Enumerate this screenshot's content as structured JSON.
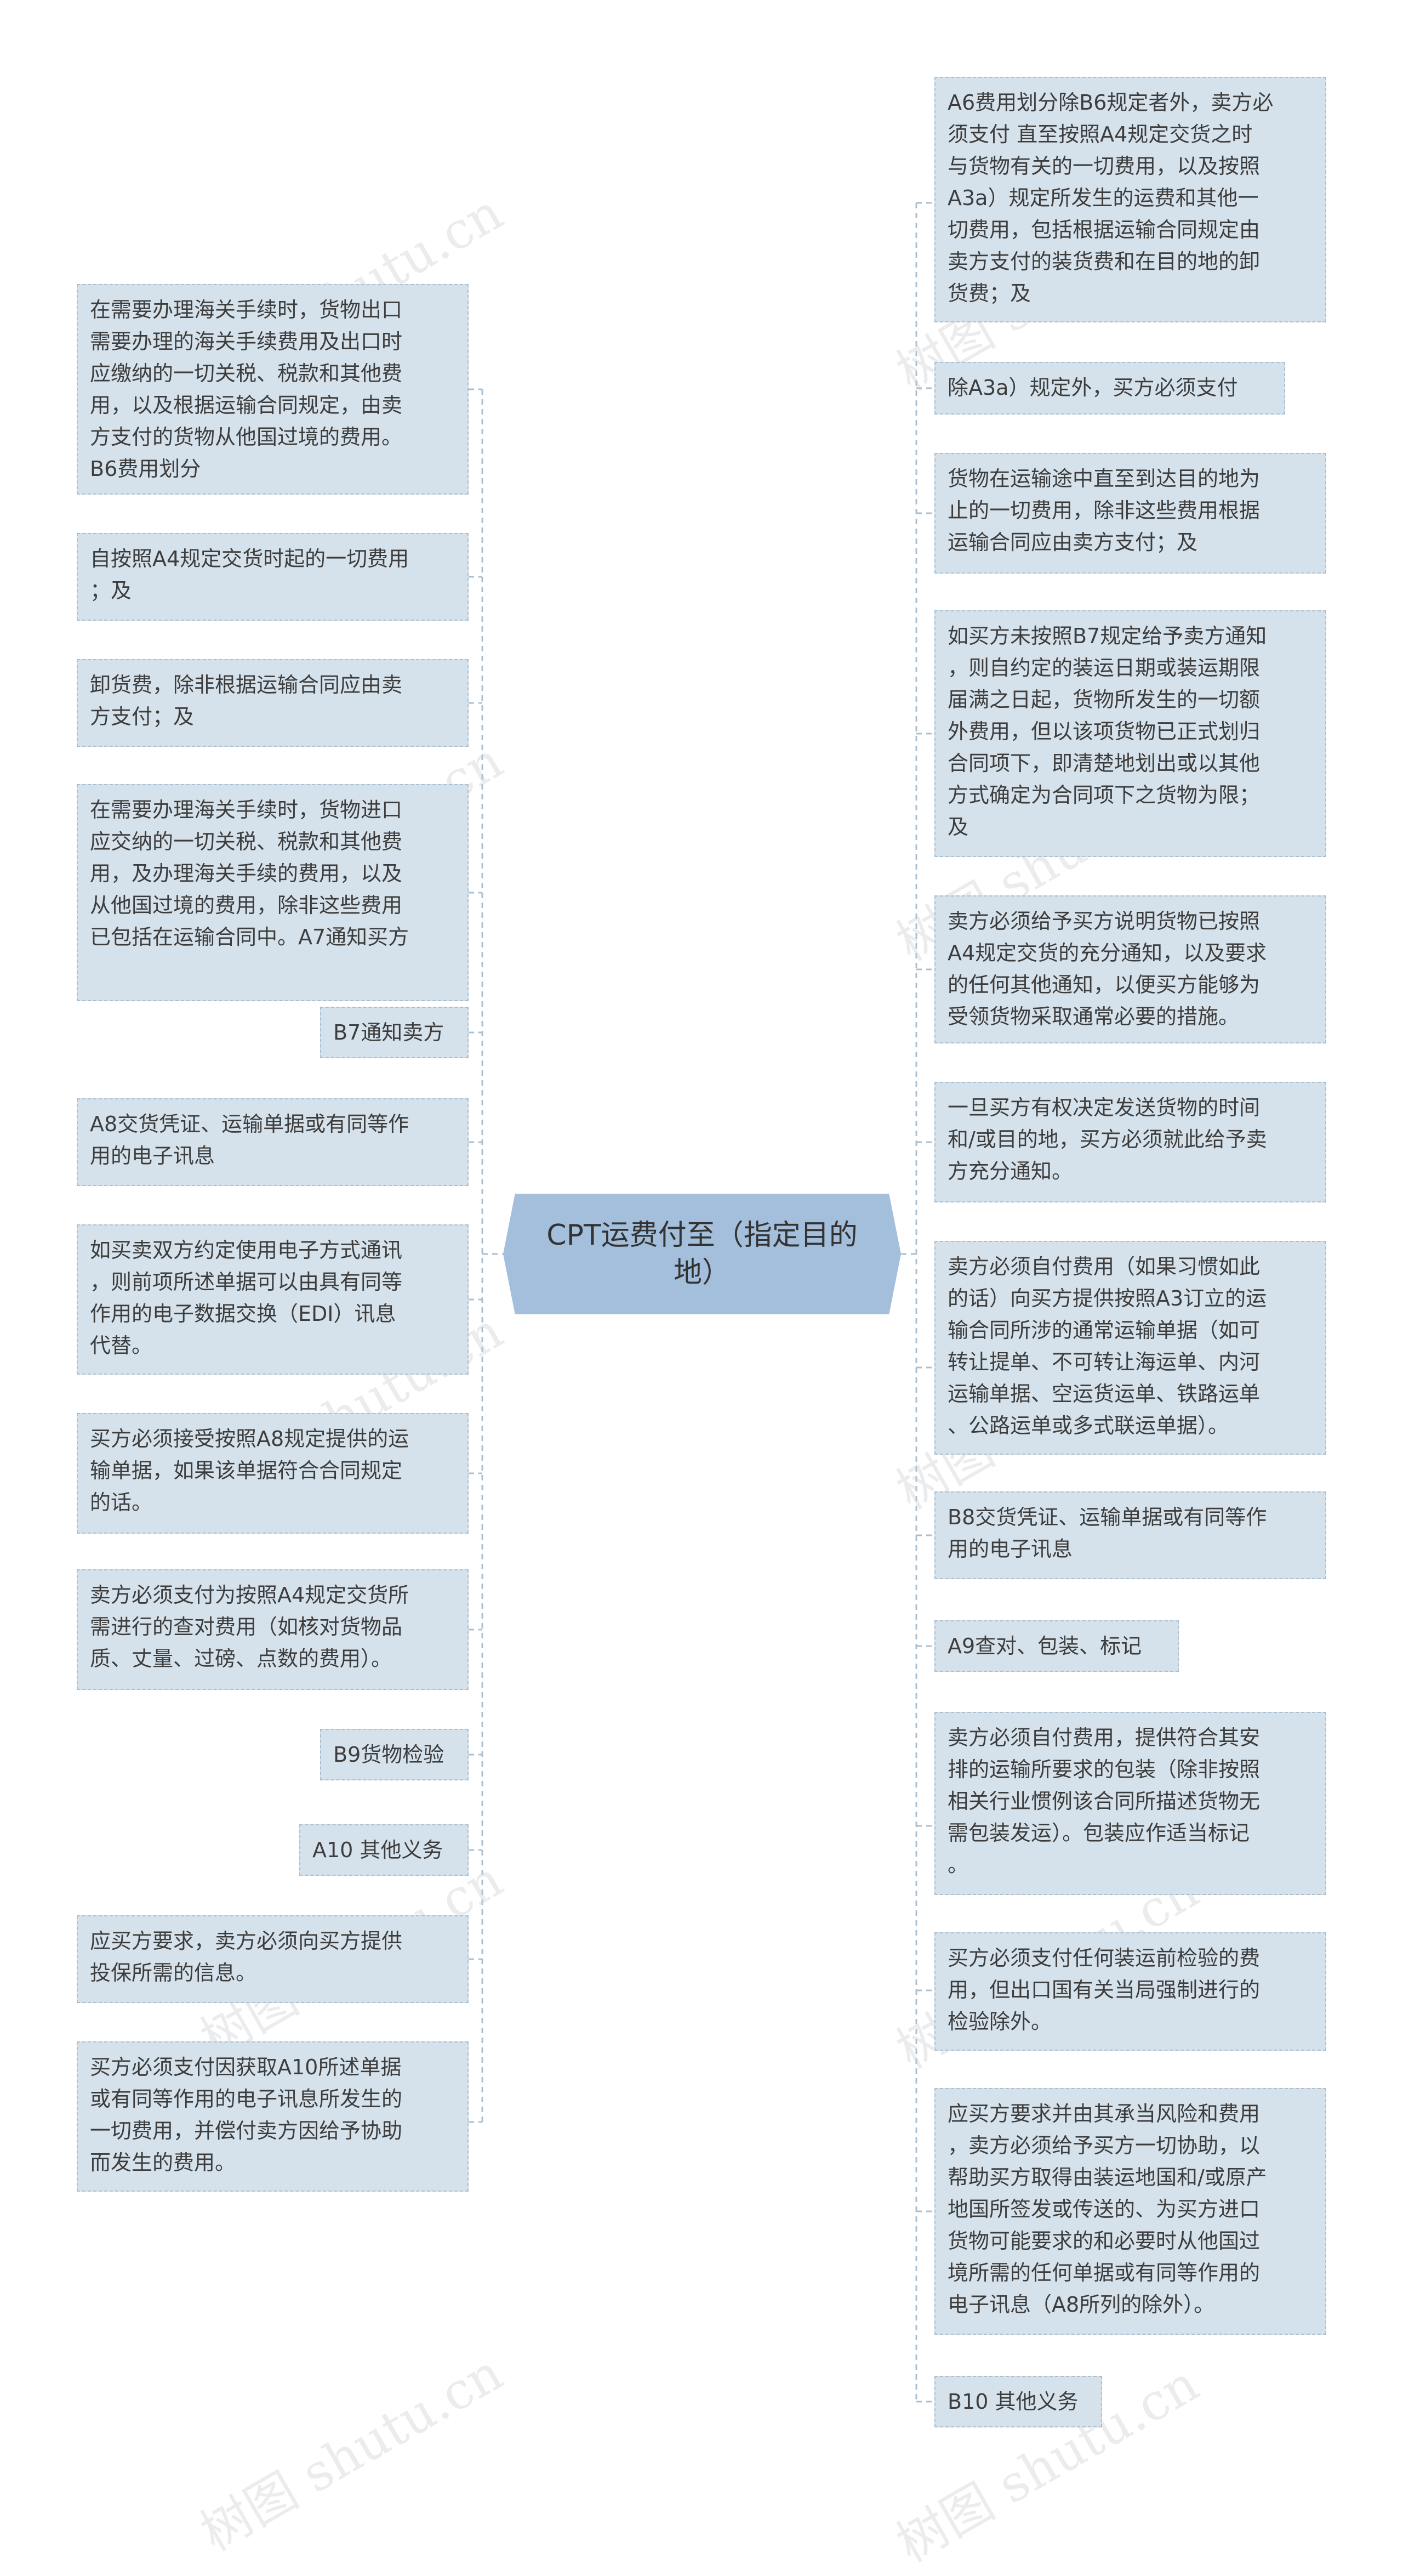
{
  "center": {
    "label": "CPT运费付至（指定目的\n地）"
  },
  "watermark": "树图 shutu.cn",
  "left_nodes": [
    "在需要办理海关手续时，货物出口\n需要办理的海关手续费用及出口时\n应缴纳的一切关税、税款和其他费\n用，以及根据运输合同规定，由卖\n方支付的货物从他国过境的费用。\nB6费用划分",
    "自按照A4规定交货时起的一切费用\n；及",
    "卸货费，除非根据运输合同应由卖\n方支付；及",
    "在需要办理海关手续时，货物进口\n应交纳的一切关税、税款和其他费\n用，及办理海关手续的费用，以及\n从他国过境的费用，除非这些费用\n已包括在运输合同中。A7通知买方",
    "B7通知卖方",
    "A8交货凭证、运输单据或有同等作\n用的电子讯息",
    "如买卖双方约定使用电子方式通讯\n，则前项所述单据可以由具有同等\n作用的电子数据交换（EDI）讯息\n代替。",
    "买方必须接受按照A8规定提供的运\n输单据，如果该单据符合合同规定\n的话。",
    "卖方必须支付为按照A4规定交货所\n需进行的查对费用（如核对货物品\n质、丈量、过磅、点数的费用）。",
    "B9货物检验",
    "A10 其他义务",
    "应买方要求，卖方必须向买方提供\n投保所需的信息。",
    "买方必须支付因获取A10所述单据\n或有同等作用的电子讯息所发生的\n一切费用，并偿付卖方因给予协助\n而发生的费用。"
  ],
  "right_nodes": [
    "A6费用划分除B6规定者外，卖方必\n须支付 直至按照A4规定交货之时\n与货物有关的一切费用，以及按照\nA3a）规定所发生的运费和其他一\n切费用，包括根据运输合同规定由\n卖方支付的装货费和在目的地的卸\n货费；及",
    "除A3a）规定外，买方必须支付",
    "货物在运输途中直至到达目的地为\n止的一切费用，除非这些费用根据\n运输合同应由卖方支付；及",
    "如买方未按照B7规定给予卖方通知\n，则自约定的装运日期或装运期限\n届满之日起，货物所发生的一切额\n外费用，但以该项货物已正式划归\n合同项下，即清楚地划出或以其他\n方式确定为合同项下之货物为限；\n及",
    "卖方必须给予买方说明货物已按照\nA4规定交货的充分通知，以及要求\n的任何其他通知，以便买方能够为\n受领货物采取通常必要的措施。",
    "一旦买方有权决定发送货物的时间\n和/或目的地，买方必须就此给予卖\n方充分通知。",
    "卖方必须自付费用（如果习惯如此\n的话）向买方提供按照A3订立的运\n输合同所涉的通常运输单据（如可\n转让提单、不可转让海运单、内河\n运输单据、空运货运单、铁路运单\n、公路运单或多式联运单据）。",
    "B8交货凭证、运输单据或有同等作\n用的电子讯息",
    "A9查对、包装、标记",
    "卖方必须自付费用，提供符合其安\n排的运输所要求的包装（除非按照\n相关行业惯例该合同所描述货物无\n需包装发运）。包装应作适当标记\n。",
    "买方必须支付任何装运前检验的费\n用，但出口国有关当局强制进行的\n检验除外。",
    "应买方要求并由其承当风险和费用\n，卖方必须给予买方一切协助，以\n帮助买方取得由装运地国和/或原产\n地国所签发或传送的、为买方进口\n货物可能要求的和必要时从他国过\n境所需的任何单据或有同等作用的\n电子讯息（A8所列的除外）。",
    "B10 其他义务"
  ],
  "colors": {
    "node_bg": "#d6e2eb",
    "node_border": "#a9c0d3",
    "center_bg": "#a3bfdc",
    "line": "#a9c0d3"
  }
}
